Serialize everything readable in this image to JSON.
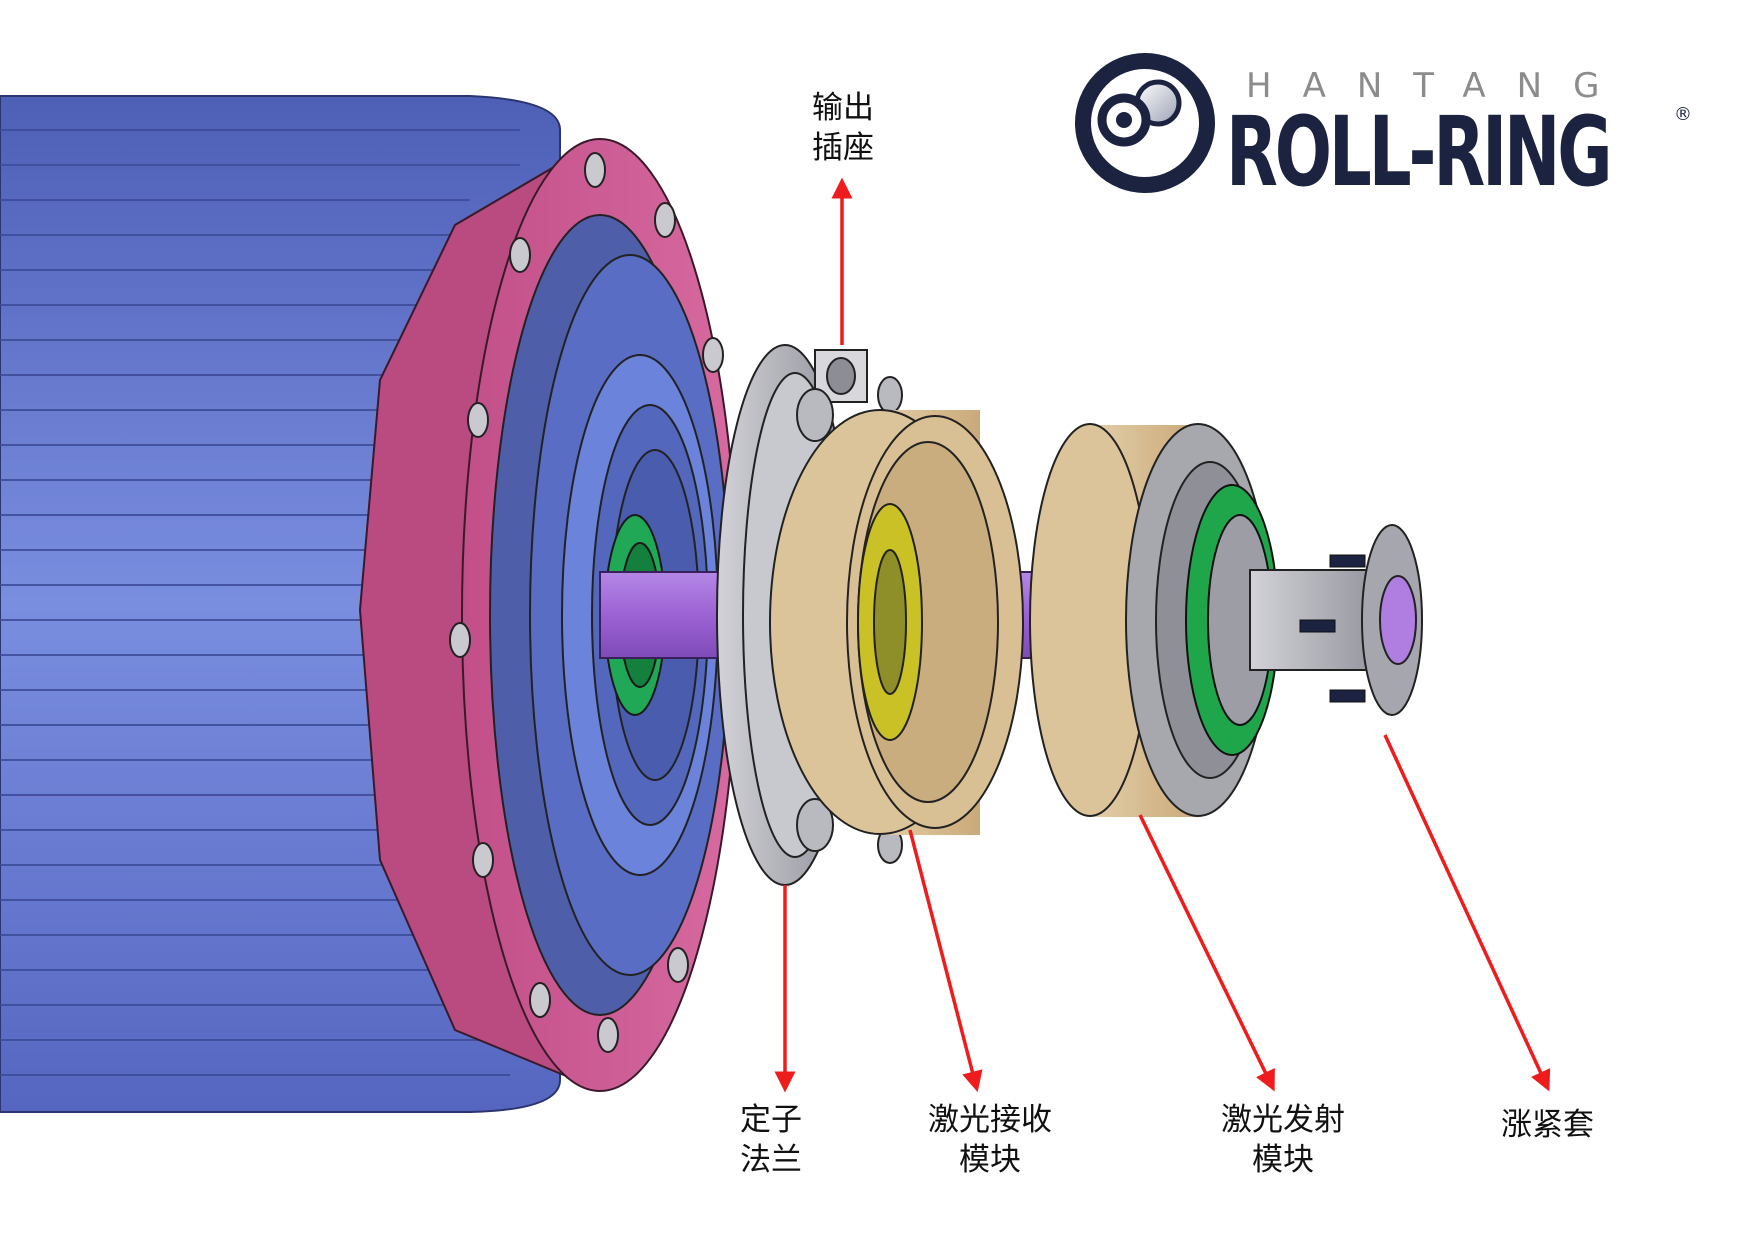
{
  "brand": {
    "top_text": "HANTANG",
    "main_text": "ROLL-RING",
    "registered_mark": "®"
  },
  "labels": {
    "output_socket": [
      "输出",
      "插座"
    ],
    "stator_flange": [
      "定子",
      "法兰"
    ],
    "laser_receiver": [
      "激光接收",
      "模块"
    ],
    "laser_transmitter": [
      "激光发射",
      "模块"
    ],
    "expansion_sleeve": [
      "涨紧套"
    ]
  },
  "colors": {
    "motor_body": "#6f82d6",
    "motor_flange": "#c95c92",
    "motor_face": "#5667b8",
    "shaft": "#a06ad6",
    "module_tan": "#d8bf94",
    "stator_grey": "#b4b4bc",
    "pcb_green": "#1fa64a",
    "bearing_yellow": "#c9c125",
    "arrow": "#ee1c1c",
    "brand_navy": "#1c2340"
  }
}
